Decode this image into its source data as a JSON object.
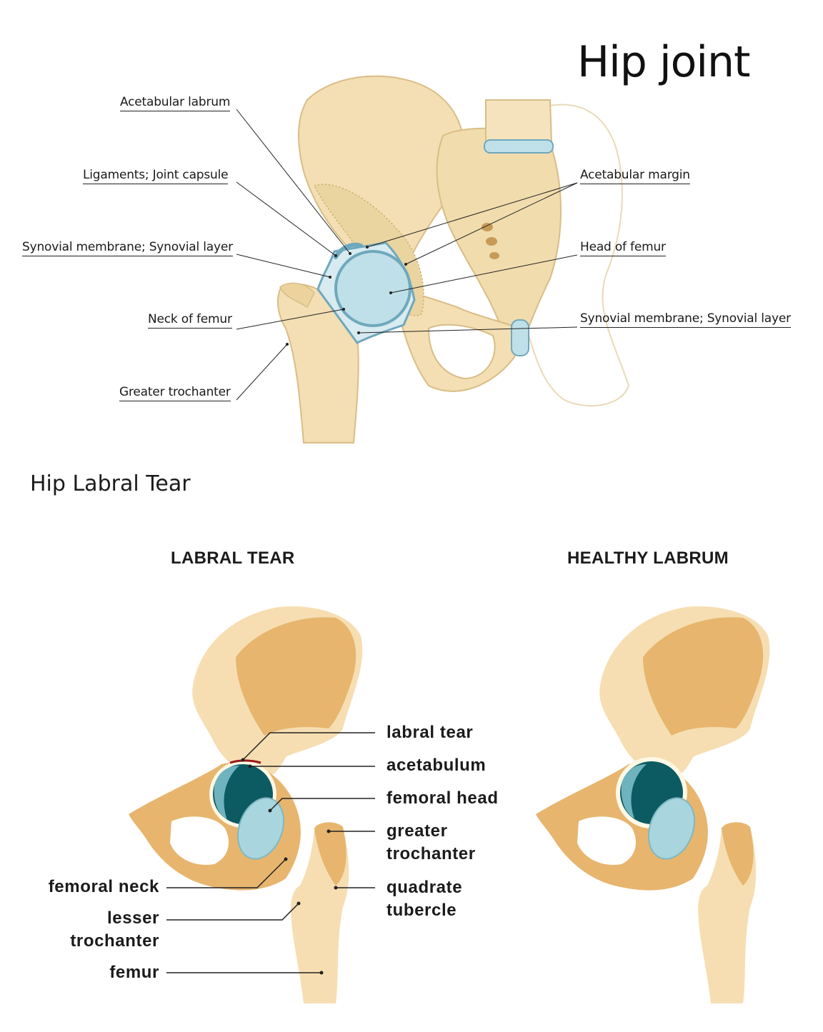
{
  "top": {
    "title": "Hip joint",
    "labels_left": [
      "Acetabular labrum",
      "Ligaments; Joint capsule",
      "Synovial membrane; Synovial layer",
      "Neck of femur",
      "Greater trochanter"
    ],
    "labels_right": [
      "Acetabular margin",
      "Head of femur",
      "Synovial membrane; Synovial layer"
    ]
  },
  "bottom": {
    "title": "Hip Labral Tear",
    "left_panel_title": "LABRAL TEAR",
    "right_panel_title": "HEALTHY LABRUM",
    "labels_right": [
      "labral tear",
      "acetabulum",
      "femoral head",
      "greater trochanter",
      "quadrate tubercle"
    ],
    "labels_left": [
      "femoral neck",
      "lesser trochanter",
      "femur"
    ]
  },
  "colors": {
    "bone_light": "#f3dfb3",
    "bone_shade": "#e4c689",
    "cartilage_blue": "#bfe0e8",
    "capsule_blue": "#6fa8bd",
    "diagram_bone": "#e7b56e",
    "diagram_bone_light": "#f6deb2",
    "acetabulum_teal": "#0c5b63",
    "femoral_head_blue": "#a9d6de",
    "tear_red": "#9c1a1a"
  }
}
